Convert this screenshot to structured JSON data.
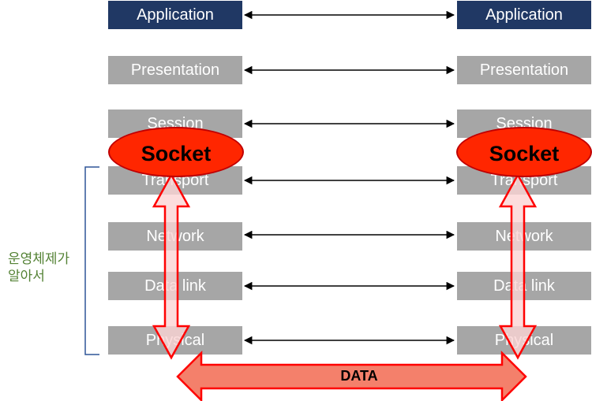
{
  "layers": [
    {
      "key": "application",
      "label": "Application"
    },
    {
      "key": "presentation",
      "label": "Presentation"
    },
    {
      "key": "session",
      "label": "Session"
    },
    {
      "key": "transport",
      "label": "Transport"
    },
    {
      "key": "network",
      "label": "Network"
    },
    {
      "key": "datalink",
      "label": "Data link"
    },
    {
      "key": "physical",
      "label": "Physical"
    }
  ],
  "socket_label": "Socket",
  "os_label_line1": "운영체제가",
  "os_label_line2": "알아서",
  "data_label": "DATA",
  "colors": {
    "application_box": "#203864",
    "layer_box": "#a6a6a6",
    "socket": "#ff2600",
    "arrow_outline": "#ff0000",
    "arrow_fill": "#fbd4d4",
    "data_arrow_fill": "#f4806b",
    "brace": "#2f5597",
    "os_label": "#548235"
  }
}
